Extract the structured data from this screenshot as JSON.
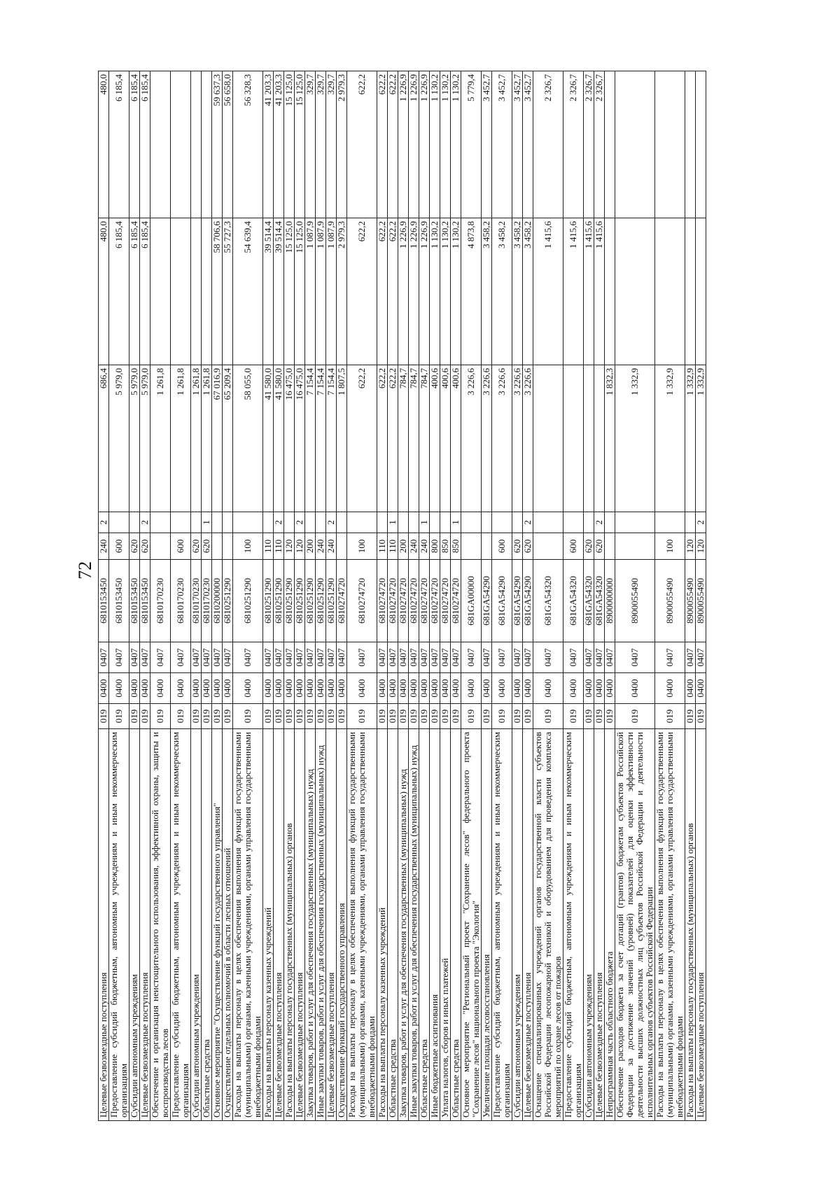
{
  "page_number": "72",
  "rows": [
    {
      "name": "Целевые безвозмездные поступления",
      "gr": "019",
      "rz": "0400",
      "pr": "0407",
      "cs": "6810153450",
      "vr": "240",
      "src": "2",
      "v1": "686,4",
      "v2": "480,0",
      "v3": "480,0"
    },
    {
      "name": "Предоставление субсидий бюджетным, автономным учреждениям и иным некоммерческим организациям",
      "gr": "019",
      "rz": "0400",
      "pr": "0407",
      "cs": "6810153450",
      "vr": "600",
      "src": "",
      "v1": "5 979,0",
      "v2": "6 185,4",
      "v3": "6 185,4"
    },
    {
      "name": "Субсидии автономным учреждениям",
      "gr": "019",
      "rz": "0400",
      "pr": "0407",
      "cs": "6810153450",
      "vr": "620",
      "src": "",
      "v1": "5 979,0",
      "v2": "6 185,4",
      "v3": "6 185,4"
    },
    {
      "name": "Целевые безвозмездные поступления",
      "gr": "019",
      "rz": "0400",
      "pr": "0407",
      "cs": "6810153450",
      "vr": "620",
      "src": "2",
      "v1": "5 979,0",
      "v2": "6 185,4",
      "v3": "6 185,4"
    },
    {
      "name": "Обеспечение и организация неистощительного использования, эффективной охраны, защиты и воспроизводства лесов",
      "gr": "019",
      "rz": "0400",
      "pr": "0407",
      "cs": "6810170230",
      "vr": "",
      "src": "",
      "v1": "1 261,8",
      "v2": "",
      "v3": ""
    },
    {
      "name": "Предоставление субсидий бюджетным, автономным учреждениям и иным некоммерческим организациям",
      "gr": "019",
      "rz": "0400",
      "pr": "0407",
      "cs": "6810170230",
      "vr": "600",
      "src": "",
      "v1": "1 261,8",
      "v2": "",
      "v3": ""
    },
    {
      "name": "Субсидии автономным учреждениям",
      "gr": "019",
      "rz": "0400",
      "pr": "0407",
      "cs": "6810170230",
      "vr": "620",
      "src": "",
      "v1": "1 261,8",
      "v2": "",
      "v3": ""
    },
    {
      "name": "Областные средства",
      "gr": "019",
      "rz": "0400",
      "pr": "0407",
      "cs": "6810170230",
      "vr": "620",
      "src": "1",
      "v1": "1 261,8",
      "v2": "",
      "v3": ""
    },
    {
      "name": "Основное мероприятие \"Осуществление функций государственного управления\"",
      "gr": "019",
      "rz": "0400",
      "pr": "0407",
      "cs": "6810200000",
      "vr": "",
      "src": "",
      "v1": "67 016,9",
      "v2": "58 706,6",
      "v3": "59 637,3"
    },
    {
      "name": "Осуществление отдельных полномочий в области лесных отношений",
      "gr": "019",
      "rz": "0400",
      "pr": "0407",
      "cs": "6810251290",
      "vr": "",
      "src": "",
      "v1": "65 209,4",
      "v2": "55 727,3",
      "v3": "56 658,0"
    },
    {
      "name": "Расходы на выплаты персоналу в целях обеспечения выполнения функций государственными (муниципальными) органами, казенными учреждениями, органами управления государственными внебюджетными фондами",
      "gr": "019",
      "rz": "0400",
      "pr": "0407",
      "cs": "6810251290",
      "vr": "100",
      "src": "",
      "v1": "58 055,0",
      "v2": "54 639,4",
      "v3": "56 328,3"
    },
    {
      "name": "Расходы на выплаты персоналу казенных учреждений",
      "gr": "019",
      "rz": "0400",
      "pr": "0407",
      "cs": "6810251290",
      "vr": "110",
      "src": "",
      "v1": "41 580,0",
      "v2": "39 514,4",
      "v3": "41 203,3"
    },
    {
      "name": "Целевые безвозмездные поступления",
      "gr": "019",
      "rz": "0400",
      "pr": "0407",
      "cs": "6810251290",
      "vr": "110",
      "src": "2",
      "v1": "41 580,0",
      "v2": "39 514,4",
      "v3": "41 203,3"
    },
    {
      "name": "Расходы на выплаты персоналу государственных (муниципальных) органов",
      "gr": "019",
      "rz": "0400",
      "pr": "0407",
      "cs": "6810251290",
      "vr": "120",
      "src": "",
      "v1": "16 475,0",
      "v2": "15 125,0",
      "v3": "15 125,0"
    },
    {
      "name": "Целевые безвозмездные поступления",
      "gr": "019",
      "rz": "0400",
      "pr": "0407",
      "cs": "6810251290",
      "vr": "120",
      "src": "2",
      "v1": "16 475,0",
      "v2": "15 125,0",
      "v3": "15 125,0"
    },
    {
      "name": "Закупка товаров, работ и услуг для обеспечения государственных (муниципальных) нужд",
      "gr": "019",
      "rz": "0400",
      "pr": "0407",
      "cs": "6810251290",
      "vr": "200",
      "src": "",
      "v1": "7 154,4",
      "v2": "1 087,9",
      "v3": "329,7"
    },
    {
      "name": "Иные закупки товаров, работ и услуг для обеспечения государственных (муниципальных) нужд",
      "gr": "019",
      "rz": "0400",
      "pr": "0407",
      "cs": "6810251290",
      "vr": "240",
      "src": "",
      "v1": "7 154,4",
      "v2": "1 087,9",
      "v3": "329,7"
    },
    {
      "name": "Целевые безвозмездные поступления",
      "gr": "019",
      "rz": "0400",
      "pr": "0407",
      "cs": "6810251290",
      "vr": "240",
      "src": "2",
      "v1": "7 154,4",
      "v2": "1 087,9",
      "v3": "329,7"
    },
    {
      "name": "Осуществление функций государственного управления",
      "gr": "019",
      "rz": "0400",
      "pr": "0407",
      "cs": "6810274720",
      "vr": "",
      "src": "",
      "v1": "1 807,5",
      "v2": "2 979,3",
      "v3": "2 979,3"
    },
    {
      "name": "Расходы на выплаты персоналу в целях обеспечения выполнения функций государственными (муниципальными) органами, казенными учреждениями, органами управления государственными внебюджетными фондами",
      "gr": "019",
      "rz": "0400",
      "pr": "0407",
      "cs": "6810274720",
      "vr": "100",
      "src": "",
      "v1": "622,2",
      "v2": "622,2",
      "v3": "622,2"
    },
    {
      "name": "Расходы на выплаты персоналу казенных учреждений",
      "gr": "019",
      "rz": "0400",
      "pr": "0407",
      "cs": "6810274720",
      "vr": "110",
      "src": "",
      "v1": "622,2",
      "v2": "622,2",
      "v3": "622,2"
    },
    {
      "name": "Областные средства",
      "gr": "019",
      "rz": "0400",
      "pr": "0407",
      "cs": "6810274720",
      "vr": "110",
      "src": "1",
      "v1": "622,2",
      "v2": "622,2",
      "v3": "622,2"
    },
    {
      "name": "Закупка товаров, работ и услуг для обеспечения государственных (муниципальных) нужд",
      "gr": "019",
      "rz": "0400",
      "pr": "0407",
      "cs": "6810274720",
      "vr": "200",
      "src": "",
      "v1": "784,7",
      "v2": "1 226,9",
      "v3": "1 226,9"
    },
    {
      "name": "Иные закупки товаров, работ и услуг для обеспечения государственных (муниципальных) нужд",
      "gr": "019",
      "rz": "0400",
      "pr": "0407",
      "cs": "6810274720",
      "vr": "240",
      "src": "",
      "v1": "784,7",
      "v2": "1 226,9",
      "v3": "1 226,9"
    },
    {
      "name": "Областные средства",
      "gr": "019",
      "rz": "0400",
      "pr": "0407",
      "cs": "6810274720",
      "vr": "240",
      "src": "1",
      "v1": "784,7",
      "v2": "1 226,9",
      "v3": "1 226,9"
    },
    {
      "name": "Иные бюджетные ассигнования",
      "gr": "019",
      "rz": "0400",
      "pr": "0407",
      "cs": "6810274720",
      "vr": "800",
      "src": "",
      "v1": "400,6",
      "v2": "1 130,2",
      "v3": "1 130,2"
    },
    {
      "name": "Уплата налогов, сборов и иных платежей",
      "gr": "019",
      "rz": "0400",
      "pr": "0407",
      "cs": "6810274720",
      "vr": "850",
      "src": "",
      "v1": "400,6",
      "v2": "1 130,2",
      "v3": "1 130,2"
    },
    {
      "name": "Областные средства",
      "gr": "019",
      "rz": "0400",
      "pr": "0407",
      "cs": "6810274720",
      "vr": "850",
      "src": "1",
      "v1": "400,6",
      "v2": "1 130,2",
      "v3": "1 130,2"
    },
    {
      "name": "Основное мероприятие \"Региональный проект \"Сохранение лесов\" федерального проекта \"Сохранение лесов\" национального проекта \"Экология\"",
      "gr": "019",
      "rz": "0400",
      "pr": "0407",
      "cs": "681GA00000",
      "vr": "",
      "src": "",
      "v1": "3 226,6",
      "v2": "4 873,8",
      "v3": "5 779,4"
    },
    {
      "name": "Увеличение площади лесовосстановления",
      "gr": "019",
      "rz": "0400",
      "pr": "0407",
      "cs": "681GA54290",
      "vr": "",
      "src": "",
      "v1": "3 226,6",
      "v2": "3 458,2",
      "v3": "3 452,7"
    },
    {
      "name": "Предоставление субсидий бюджетным, автономным учреждениям и иным некоммерческим организациям",
      "gr": "019",
      "rz": "0400",
      "pr": "0407",
      "cs": "681GA54290",
      "vr": "600",
      "src": "",
      "v1": "3 226,6",
      "v2": "3 458,2",
      "v3": "3 452,7"
    },
    {
      "name": "Субсидии автономным учреждениям",
      "gr": "019",
      "rz": "0400",
      "pr": "0407",
      "cs": "681GA54290",
      "vr": "620",
      "src": "",
      "v1": "3 226,6",
      "v2": "3 458,2",
      "v3": "3 452,7"
    },
    {
      "name": "Целевые безвозмездные поступления",
      "gr": "019",
      "rz": "0400",
      "pr": "0407",
      "cs": "681GA54290",
      "vr": "620",
      "src": "2",
      "v1": "3 226,6",
      "v2": "3 458,2",
      "v3": "3 452,7"
    },
    {
      "name": "Оснащение специализированных учреждений органов государственной власти субъектов Российской Федерации лесопожарной техникой и оборудованием для проведения комплекса мероприятий по охране лесов от пожаров",
      "gr": "019",
      "rz": "0400",
      "pr": "0407",
      "cs": "681GA54320",
      "vr": "",
      "src": "",
      "v1": "",
      "v2": "1 415,6",
      "v3": "2 326,7"
    },
    {
      "name": "Предоставление субсидий бюджетным, автономным учреждениям и иным некоммерческим организациям",
      "gr": "019",
      "rz": "0400",
      "pr": "0407",
      "cs": "681GA54320",
      "vr": "600",
      "src": "",
      "v1": "",
      "v2": "1 415,6",
      "v3": "2 326,7"
    },
    {
      "name": "Субсидии автономным учреждениям",
      "gr": "019",
      "rz": "0400",
      "pr": "0407",
      "cs": "681GA54320",
      "vr": "620",
      "src": "",
      "v1": "",
      "v2": "1 415,6",
      "v3": "2 326,7"
    },
    {
      "name": "Целевые безвозмездные поступления",
      "gr": "019",
      "rz": "0400",
      "pr": "0407",
      "cs": "681GA54320",
      "vr": "620",
      "src": "2",
      "v1": "",
      "v2": "1 415,6",
      "v3": "2 326,7"
    },
    {
      "name": "Непрограммная часть областного бюджета",
      "gr": "019",
      "rz": "0400",
      "pr": "0407",
      "cs": "8900000000",
      "vr": "",
      "src": "",
      "v1": "1 832,3",
      "v2": "",
      "v3": ""
    },
    {
      "name": "Обеспечение расходов бюджета за счет дотаций (грантов) бюджетам субъектов Российской Федерации за достижение значений (уровней) показателей для оценки эффективности деятельности высших должностных лиц субъектов Российской Федерации и деятельности исполнительных органов субъектов Российской Федерации",
      "gr": "019",
      "rz": "0400",
      "pr": "0407",
      "cs": "8900055490",
      "vr": "",
      "src": "",
      "v1": "1 332,9",
      "v2": "",
      "v3": ""
    },
    {
      "name": "Расходы на выплаты персоналу в целях обеспечения выполнения функций государственными (муниципальными) органами, казенными учреждениями, органами управления государственными внебюджетными фондами",
      "gr": "019",
      "rz": "0400",
      "pr": "0407",
      "cs": "8900055490",
      "vr": "100",
      "src": "",
      "v1": "1 332,9",
      "v2": "",
      "v3": ""
    },
    {
      "name": "Расходы на выплаты персоналу государственных (муниципальных) органов",
      "gr": "019",
      "rz": "0400",
      "pr": "0407",
      "cs": "8900055490",
      "vr": "120",
      "src": "",
      "v1": "1 332,9",
      "v2": "",
      "v3": ""
    },
    {
      "name": "Целевые безвозмездные поступления",
      "gr": "019",
      "rz": "0400",
      "pr": "0407",
      "cs": "8900055490",
      "vr": "120",
      "src": "2",
      "v1": "1 332,9",
      "v2": "",
      "v3": ""
    }
  ]
}
